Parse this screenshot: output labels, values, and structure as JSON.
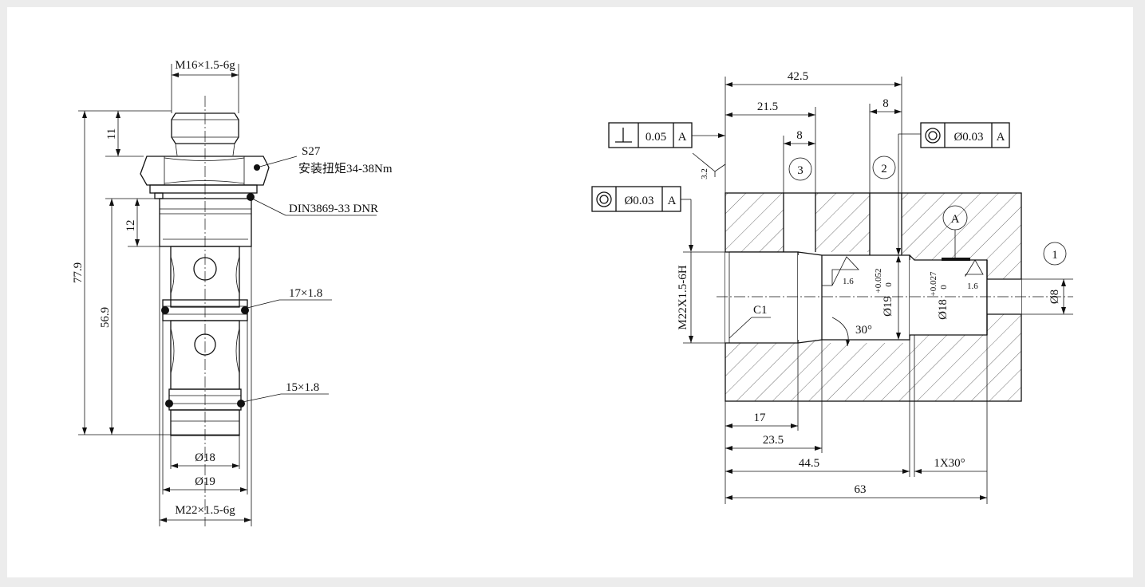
{
  "left_view": {
    "thread_top": "M16×1.5-6g",
    "hex_size": "S27",
    "torque": "安装扭矩34-38Nm",
    "seal_std": "DIN3869-33 DNR",
    "oring_1": "17×1.8",
    "oring_2": "15×1.8",
    "dim_total_len": "77.9",
    "dim_body_len": "56.9",
    "dim_top": "11",
    "dim_thread": "12",
    "dia_1": "Ø18",
    "dia_2": "Ø19",
    "thread_main": "M22×1.5-6g"
  },
  "right_view": {
    "dim_overall_depth": "42.5",
    "dim_port3_pos": "21.5",
    "dim_port2_width": "8",
    "dim_port3_width": "8",
    "tol_perp_value": "0.05",
    "tol_perp_datum": "A",
    "tol_conc_value_top": "Ø0.03",
    "tol_conc_datum_top": "A",
    "tol_conc_value_left": "Ø0.03",
    "tol_conc_datum_left": "A",
    "roughness_face": "3.2",
    "roughness_bore": "1.6",
    "roughness_seat": "1.6",
    "port_1": "1",
    "port_2": "2",
    "port_3": "3",
    "datum_label": "A",
    "thread_cavity": "M22X1.5-6H",
    "chamfer": "C1",
    "angle": "30°",
    "bore_19": "Ø19",
    "bore_19_tol_upper": "+0.052",
    "bore_19_tol_lower": "0",
    "bore_18": "Ø18",
    "bore_18_tol_upper": "+0.027",
    "bore_18_tol_lower": "0",
    "port_dia": "Ø8",
    "dim_17": "17",
    "dim_23_5": "23.5",
    "dim_44_5": "44.5",
    "dim_chamfer_end": "1X30°",
    "dim_63": "63"
  }
}
